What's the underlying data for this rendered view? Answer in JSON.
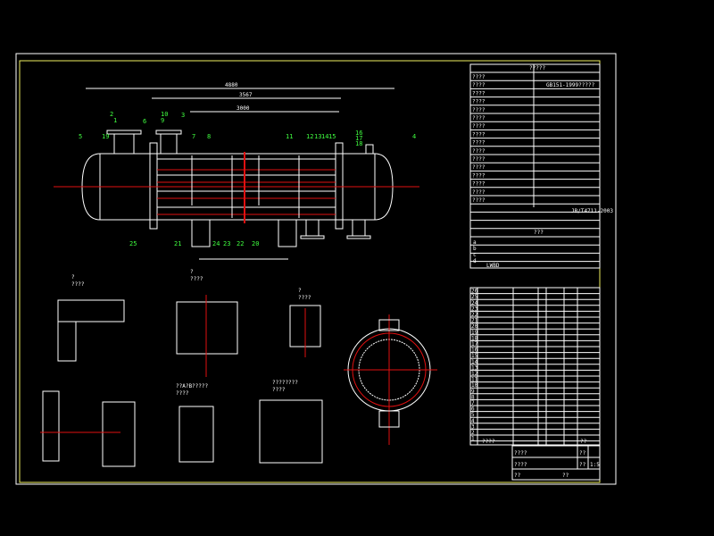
{
  "drawing": {
    "title_block": {
      "heading": "?????",
      "standard": "GB151-1999?????",
      "code": "JB/T4711-2003",
      "rows": [
        "????",
        "????",
        "????",
        "????",
        "????",
        "????",
        "????",
        "????",
        "????",
        "????",
        "????",
        "????",
        "????",
        "????",
        "????",
        "????"
      ],
      "nozzle_table_header": "???",
      "nozzle_rows": [
        "a",
        "b",
        "c",
        "d"
      ],
      "nozzle_footer": "LWBD"
    },
    "parts_list": {
      "numbers": [
        "26",
        "25",
        "24",
        "23",
        "22",
        "21",
        "20",
        "19",
        "18",
        "17",
        "16",
        "15",
        "14",
        "13",
        "12",
        "11",
        "10",
        "9",
        "8",
        "7",
        "6",
        "5",
        "4",
        "3",
        "2",
        "1"
      ],
      "footer_label": "????",
      "footer_qty": "??"
    },
    "title_sheet": {
      "name_1": "????",
      "name_2": "????",
      "name_3": "??",
      "scale_label": "??",
      "scale": "1:5",
      "sheet": "??",
      "sheet_2": "??"
    },
    "part_labels": [
      "5",
      "19",
      "2",
      "1",
      "6",
      "10",
      "9",
      "3",
      "7",
      "8",
      "11",
      "12",
      "13",
      "14",
      "15",
      "16",
      "17",
      "18",
      "4",
      "25",
      "21",
      "24",
      "23",
      "22",
      "20"
    ],
    "details": [
      {
        "mark": "?",
        "caption": "????"
      },
      {
        "mark": "?",
        "caption": "????"
      },
      {
        "mark": "?",
        "caption": "????"
      },
      {
        "mark": "??A?B?????",
        "caption": "????"
      },
      {
        "mark": "????????",
        "caption": "????"
      }
    ],
    "dimensions": {
      "overall": "4880",
      "tube_length": "3567",
      "baffle_span": "3000"
    },
    "colors": {
      "background": "#000000",
      "lines": "#ffffff",
      "centerlines": "#e01010",
      "labels": "#40ff40",
      "border": "#f0f060"
    }
  }
}
